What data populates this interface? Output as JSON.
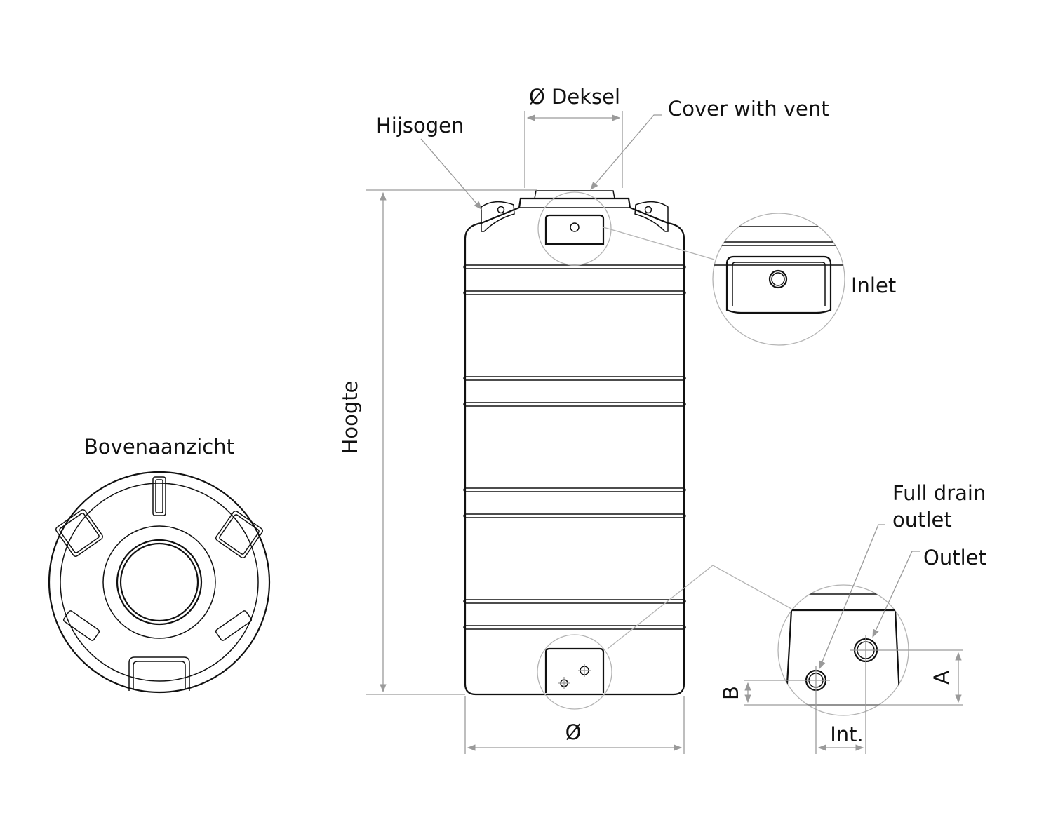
{
  "labels": {
    "cover_diameter": "Ø Deksel",
    "cover_with_vent": "Cover with vent",
    "lifting_eyes": "Hijsogen",
    "inlet": "Inlet",
    "height": "Hoogte",
    "top_view": "Bovenaanzicht",
    "full_drain_outlet_line1": "Full drain",
    "full_drain_outlet_line2": "outlet",
    "outlet": "Outlet",
    "dim_a": "A",
    "dim_b": "B",
    "dim_int": "Int.",
    "diameter": "Ø"
  },
  "colors": {
    "ink": "#111111",
    "dimension_lines": "#9a9a9a",
    "detail_circles": "#b4b4b4",
    "background": "#ffffff"
  }
}
